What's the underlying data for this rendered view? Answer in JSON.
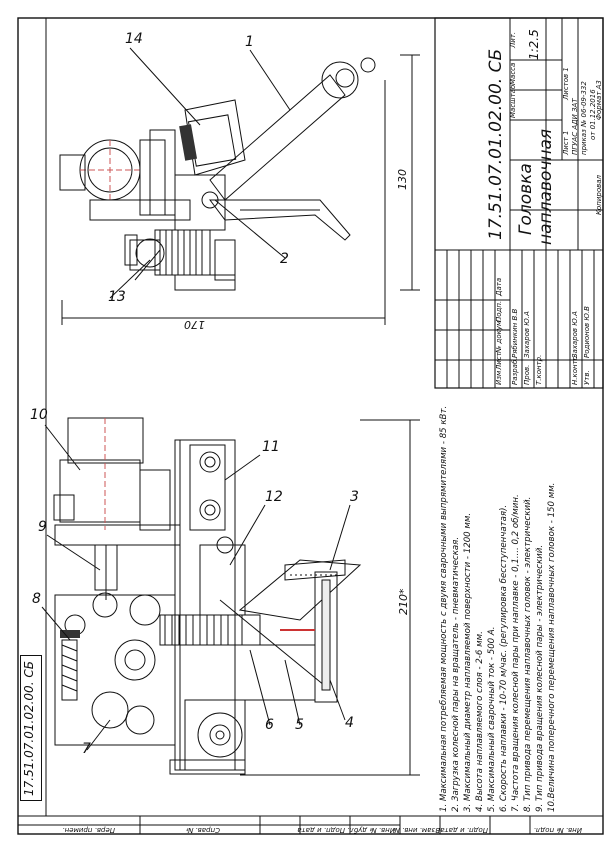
{
  "drawing": {
    "designation": "17.51.07.01.02.00. СБ",
    "name_line1": "Головка",
    "name_line2": "наплавочная",
    "scale": "1:2.5",
    "litera_label": "Лит.",
    "mass_label": "Масса",
    "scale_label": "Масштаб",
    "sheet_label": "Лист 1",
    "sheets_label": "Листов 1",
    "org_line1": "ПГУАС АДИ ЗАТ",
    "org_line2": "приказ № 06-09-332",
    "org_line3": "от 01.12.2016",
    "format": "Формат А3",
    "copied": "Копировал"
  },
  "title_block": {
    "col_headers": [
      "Изм",
      "Лист",
      "№ докум.",
      "Подп.",
      "Дата"
    ],
    "roles": [
      "Разраб.",
      "Пров.",
      "Т.контр.",
      "",
      "Н.контр.",
      "Утв."
    ],
    "names": [
      "Рябинкин В.В",
      "Захаров Ю.А",
      "",
      "",
      "Захаров Ю.А",
      "Родионов Ю.В"
    ]
  },
  "side_stamps": [
    "Перв. примен.",
    "Справ. №",
    "Подп. и дата",
    "Инв. № дубл.",
    "Взам. инв. №",
    "Подп. и дата",
    "Инв. № подл."
  ],
  "dimensions": {
    "d130": "130",
    "d170": "170",
    "d210": "210*"
  },
  "callouts": [
    "1",
    "2",
    "3",
    "4",
    "5",
    "6",
    "7",
    "8",
    "9",
    "10",
    "11",
    "12",
    "13",
    "14"
  ],
  "notes": [
    "1. Максимальная потребляемая мощность с двумя сварочными выпрямителями - 85 кВт.",
    "2. Загрузка колесной пары на вращатель - пневматическая.",
    "3. Максимальный диаметр наплавляемой поверхности - 1200 мм.",
    "4. Высота наплавляемого слоя - 2-6 мм.",
    "5. Максимальный сварочный ток - 500 А.",
    "6. Скорость наплавки - 10-70 м/час. (регулировка бесступенчатая).",
    "7. Частота вращения колесной пары при наплавке - 0,1.... 0,2 об/мин.",
    "8. Тип привода перемещения наплавочных головок - электрический.",
    "9. Тип привода вращения колесной пары - электрический.",
    "10.Величина поперечного перемещения наплавочных головок - 150 мм."
  ]
}
